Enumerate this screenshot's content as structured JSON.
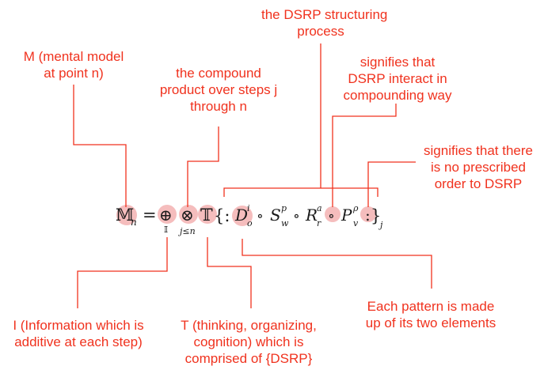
{
  "colors": {
    "annotation": "#f0321e",
    "highlight": "#f2a7a7",
    "equation": "#1a1a1a"
  },
  "annotations": {
    "dsrp_process": [
      "the DSRP structuring",
      "process"
    ],
    "mental_model": [
      "M (mental model",
      "at point n)"
    ],
    "compound_product": [
      "the compound",
      "product over steps j",
      "through n"
    ],
    "interact": [
      "signifies that",
      "DSRP interact in",
      "compounding way"
    ],
    "no_order": [
      "signifies that there",
      "is no prescribed",
      "order to DSRP"
    ],
    "information": [
      "I (Information which is",
      "additive at each step)"
    ],
    "thinking": [
      "T (thinking, organizing,",
      "cognition) which is",
      "comprised of {DSRP}"
    ],
    "pattern": [
      "Each pattern is made",
      "up of its two elements"
    ]
  },
  "equation": {
    "M": "𝕄",
    "M_sub": "n",
    "equals": "=",
    "oplus": "⊕",
    "oplus_sub": "𝕀",
    "otimes": "⊗",
    "otimes_sub": "j≤n",
    "T": "𝕋",
    "open": "{:",
    "D": "D",
    "D_sup": "i",
    "D_sub": "o",
    "comp1": "∘",
    "S": "S",
    "S_sup": "p",
    "S_sub": "w",
    "comp2": "∘",
    "R": "R",
    "R_sup": "a",
    "R_sub": "r",
    "comp3": "∘",
    "P": "P",
    "P_sup": "ρ",
    "P_sub": "v",
    "colon": ":",
    "close": "}",
    "close_sub": "j"
  }
}
